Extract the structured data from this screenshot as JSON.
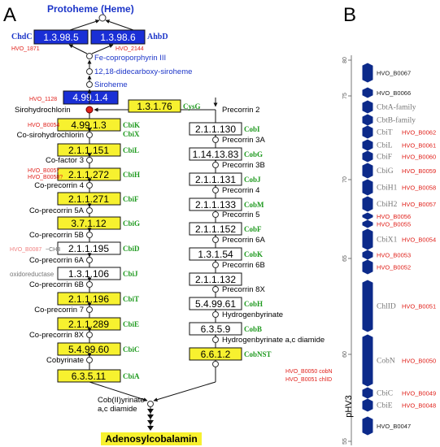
{
  "panel_a_label": "A",
  "panel_b_label": "B",
  "heme": {
    "title": "Protoheme (Heme)",
    "chdc_gene": "ChdC",
    "ahbd_gene": "AhbD",
    "ec_left": "1.3.98.5",
    "ec_right": "1.3.98.6",
    "hvo_left": "HVO_1871",
    "hvo_right": "HVO_2144",
    "fe_copro": "Fe-coproporphyrin III",
    "didecarboxy": "12,18-didecarboxy-siroheme",
    "siroheme": "Siroheme",
    "ec_sirohydro": "4.99.1.4",
    "hvo_sirohydro": "HVO_1128"
  },
  "sirohydrochlorin": "Sirohydrochlorin",
  "cysg": {
    "ec": "1.3.1.76",
    "gene": "CysG"
  },
  "left_path": [
    {
      "ec": "4.99.1.3",
      "gene": "CbiK",
      "gene2": "CbiX",
      "hvo": "HVO_B0054",
      "product": "Co-sirohydrochlorin"
    },
    {
      "ec": "2.1.1.151",
      "gene": "CbiL",
      "product": "Co-factor 3"
    },
    {
      "ec": "2.1.1.272",
      "gene": "CbiH",
      "hvo": "HVO_B0057",
      "hvo2": "HVO_B0058?",
      "product": "Co-precorrin 4"
    },
    {
      "ec": "2.1.1.271",
      "gene": "CbiF",
      "product": "Co-precorrin 5A"
    },
    {
      "ec": "3.7.1.12",
      "gene": "CbiG",
      "product": "Co-precorrin 5B"
    },
    {
      "ec": "2.1.1.195",
      "gene": "CbiD",
      "hvo": "HVO_B0087",
      "note": "~CH3",
      "product": "Co-precorrin 6A"
    },
    {
      "ec": "1.3.1.106",
      "gene": "CbiJ",
      "note": "oxidoreductase",
      "product": "Co-precorrin 6B"
    },
    {
      "ec": "2.1.1.196",
      "gene": "CbiT",
      "product": "Co-precorrin 7"
    },
    {
      "ec": "2.1.1.289",
      "gene": "CbiE",
      "product": "Co-precorrin 8X"
    },
    {
      "ec": "5.4.99.60",
      "gene": "CbiC",
      "product": "Cobyrinate"
    },
    {
      "ec": "6.3.5.11",
      "gene": "CbiA",
      "product": ""
    }
  ],
  "right_path": [
    {
      "ec": "",
      "gene": "",
      "product": "Precorrin 2"
    },
    {
      "ec": "2.1.1.130",
      "gene": "CobI",
      "product": "Precorrin 3A"
    },
    {
      "ec": "1.14.13.83",
      "gene": "CobG",
      "product": "Precorrin 3B"
    },
    {
      "ec": "2.1.1.131",
      "gene": "CobJ",
      "product": "Precorrin 4"
    },
    {
      "ec": "2.1.1.133",
      "gene": "CobM",
      "product": "Precorrin 5"
    },
    {
      "ec": "2.1.1.152",
      "gene": "CobF",
      "product": "Precorrin 6A"
    },
    {
      "ec": "1.3.1.54",
      "gene": "CobK",
      "product": "Precorrin 6B"
    },
    {
      "ec": "2.1.1.132",
      "gene": "",
      "product": "Precorrin 8X"
    },
    {
      "ec": "5.4.99.61",
      "gene": "CobH",
      "product": "Hydrogenbyrinate"
    },
    {
      "ec": "6.3.5.9",
      "gene": "CobB",
      "product": "Hydrogenbyrinate a,c diamide"
    },
    {
      "ec": "6.6.1.2",
      "gene": "CobNST",
      "product": ""
    }
  ],
  "cobn_hvo": {
    "a": "HVO_B0050",
    "a_gene": "cobN",
    "b": "HVO_B0051",
    "b_gene": "chlID"
  },
  "cobyrinate_diamide_1": "Cob(II)yrinate",
  "cobyrinate_diamide_2": "a,c diamide",
  "final_product": "Adenosylcobalamin",
  "panel_b": {
    "axis_label": "pHV3",
    "axis_ticks": [
      "75",
      "70",
      "65",
      "60",
      "55"
    ],
    "axis_top_tick": "80",
    "genes": [
      {
        "name": "HVO_B0067",
        "hvo": ""
      },
      {
        "name": "HVO_B0066",
        "hvo": ""
      },
      {
        "name": "CbtA-family",
        "hvo": ""
      },
      {
        "name": "CbtB-family",
        "hvo": ""
      },
      {
        "name": "CbiT",
        "hvo": "HVO_B0062"
      },
      {
        "name": "CbiL",
        "hvo": "HVO_B0061"
      },
      {
        "name": "CbiF",
        "hvo": "HVO_B0060"
      },
      {
        "name": "CbiG",
        "hvo": "HVO_B0059"
      },
      {
        "name": "CbiH1",
        "hvo": "HVO_B0058"
      },
      {
        "name": "CbiH2",
        "hvo": "HVO_B0057"
      },
      {
        "name": "",
        "hvo": "HVO_B0056"
      },
      {
        "name": "",
        "hvo": "HVO_B0055"
      },
      {
        "name": "CbiX1",
        "hvo": "HVO_B0054"
      },
      {
        "name": "",
        "hvo": "HVO_B0053"
      },
      {
        "name": "",
        "hvo": "HVO_B0052"
      },
      {
        "name": "ChlID",
        "hvo": "HVO_B0051"
      },
      {
        "name": "CobN",
        "hvo": "HVO_B0050"
      },
      {
        "name": "CbiC",
        "hvo": "HVO_B0049"
      },
      {
        "name": "CbiE",
        "hvo": "HVO_B0048"
      },
      {
        "name": "HVO_B0047",
        "hvo": ""
      }
    ]
  },
  "colors": {
    "blue": "#1a2fd6",
    "yellow": "#f7f12f",
    "green": "#1f9a1f",
    "red": "#e0201a",
    "navy": "#0c2a8a",
    "hemeblue": "#1c35c8"
  }
}
